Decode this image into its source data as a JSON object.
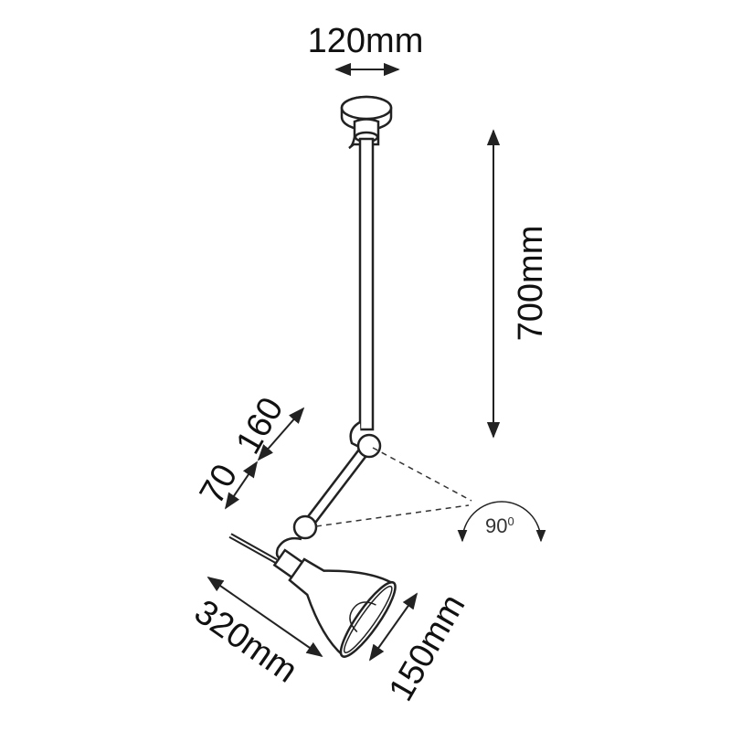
{
  "dimensions": {
    "canopy_width": "120mm",
    "rod_length": "700mm",
    "arm_segment_1": "70",
    "arm_segment_2": "160",
    "shade_reach": "320mm",
    "shade_diameter": "150mm",
    "rotation_angle": "90",
    "rotation_angle_unit": "0"
  },
  "colors": {
    "line": "#222222",
    "background": "#ffffff"
  }
}
